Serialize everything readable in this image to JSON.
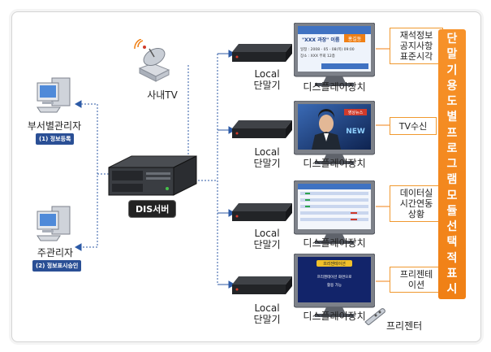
{
  "nodes": {
    "lan_tv": "사내TV",
    "dept_admin": "부서별관리자",
    "dept_admin_tag": "(1) 정보등록",
    "main_admin": "주관리자",
    "main_admin_tag": "(2) 정보표시승인",
    "server": "DIS서버",
    "local_line1": "Local",
    "local_line2": "단말기",
    "display": "디스플레이장치",
    "projector": "프리젠터"
  },
  "function_boxes": [
    {
      "lines": [
        "재석정보",
        "공지사항",
        "표준시각"
      ]
    },
    {
      "lines": [
        "TV수신"
      ]
    },
    {
      "lines": [
        "데이터실",
        "시간연동",
        "상황"
      ]
    },
    {
      "lines": [
        "프리젠테",
        "이션"
      ]
    }
  ],
  "side_title": [
    "단",
    "말",
    "기",
    "용",
    "도",
    "별",
    "프",
    "로",
    "그",
    "램",
    "모",
    "듈",
    "선",
    "택",
    "적",
    "표",
    "시"
  ],
  "screen_texts": {
    "s1_line1": "\"XXX 과장\" 이름",
    "s1_badge": "홍길동",
    "s1_line2": "일정 : 2008 - 05 - 08(목) 09:00",
    "s1_line3": "장소 : XXX 부회 12층",
    "s2_badge": "영상뉴스",
    "s2_text": "NEW",
    "s4_title": "프리젠테이션",
    "s4_line1": "프리젠테이션 화면으로",
    "s4_line2": "활용 가능"
  },
  "colors": {
    "accent": "#f08015",
    "tag": "#2a4f95",
    "line": "#2c5aa6"
  }
}
